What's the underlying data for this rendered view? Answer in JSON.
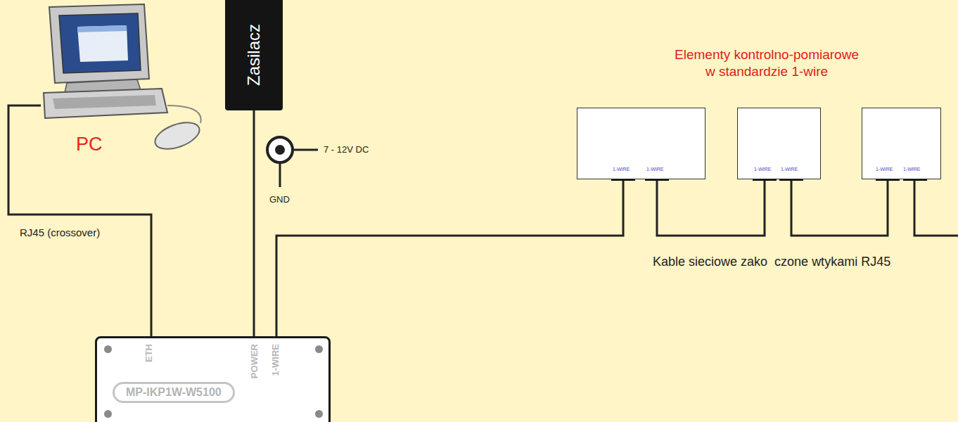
{
  "diagram": {
    "title": "Elementy kontrolno-pomiarowe w standardzie 1-wire",
    "nodes": [
      {
        "text": [
          "PC"
        ]
      },
      {
        "text": [
          "Zasilacz"
        ]
      },
      {
        "text": [
          "ETH",
          "POWER",
          "1-WIRE"
        ]
      },
      {
        "text": [
          "MP-IKP1W-W5100"
        ],
        "in": 2
      },
      {
        "text": [
          "1-WIRE",
          "1-WIRE"
        ]
      },
      {
        "text": [
          "1-WIRE",
          "1-WIRE"
        ]
      },
      {
        "text": [
          "1-WIRE",
          "1-WIRE"
        ]
      }
    ],
    "edges": [
      {
        "from": 0,
        "to": 2,
        "arrow": "none"
      },
      {
        "from": 1,
        "to": 2,
        "arrow": "none"
      },
      {
        "from": 2,
        "to": 4,
        "arrow": "none"
      },
      {
        "from": 4,
        "to": 5,
        "arrow": "none"
      },
      {
        "from": 5,
        "to": 6,
        "arrow": "none"
      }
    ],
    "labels": [
      "7 - 12V DC",
      "GND",
      "RJ45 (crossover)",
      "Kable sieciowe zako  czone wtykami RJ45"
    ]
  }
}
